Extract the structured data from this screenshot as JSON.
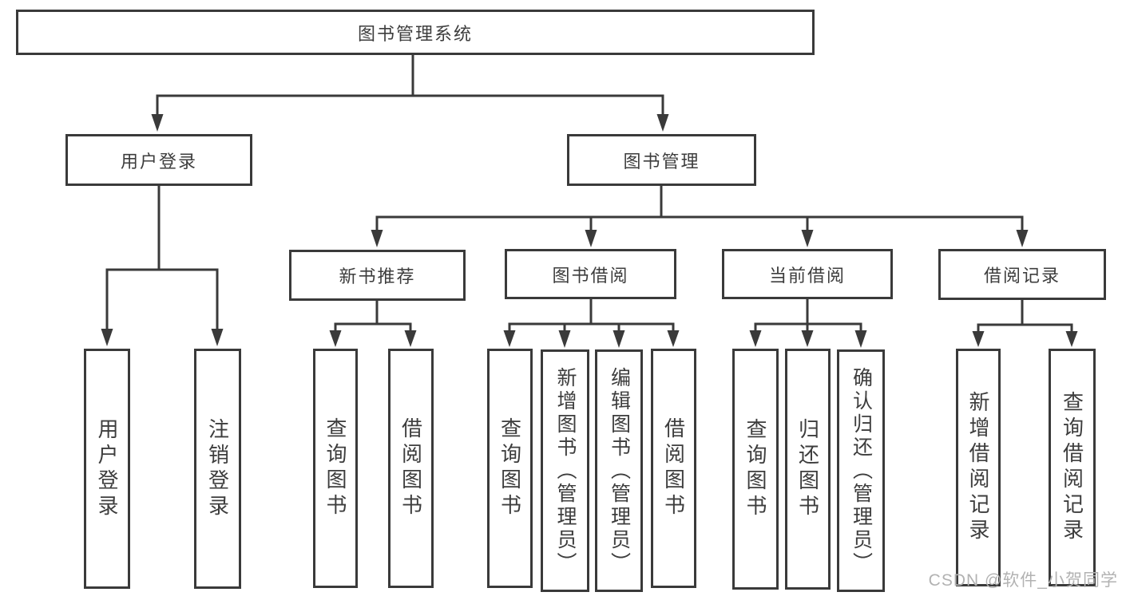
{
  "diagram_type": "functional-structure-tree",
  "tree": {
    "label": "图书管理系统",
    "children": [
      {
        "label": "用户登录",
        "children": [
          {
            "label": "用户登录"
          },
          {
            "label": "注销登录"
          }
        ]
      },
      {
        "label": "图书管理",
        "children": [
          {
            "label": "新书推荐",
            "children": [
              {
                "label": "查询图书"
              },
              {
                "label": "借阅图书"
              }
            ]
          },
          {
            "label": "图书借阅",
            "children": [
              {
                "label": "查询图书"
              },
              {
                "label": "新增图书（管理员）"
              },
              {
                "label": "编辑图书（管理员）"
              },
              {
                "label": "借阅图书"
              }
            ]
          },
          {
            "label": "当前借阅",
            "children": [
              {
                "label": "查询图书"
              },
              {
                "label": "归还图书"
              },
              {
                "label": "确认归还（管理员）"
              }
            ]
          },
          {
            "label": "借阅记录",
            "children": [
              {
                "label": "新增借阅记录"
              },
              {
                "label": "查询借阅记录"
              }
            ]
          }
        ]
      }
    ]
  },
  "watermark": {
    "text": "CSDN @软件_小贺同学"
  },
  "colors": {
    "box_border": "#3a3a3a",
    "connector_line": "#3a3a3a",
    "text": "#3d3d3d",
    "watermark": "#b2b2b2",
    "background": "#ffffff"
  }
}
